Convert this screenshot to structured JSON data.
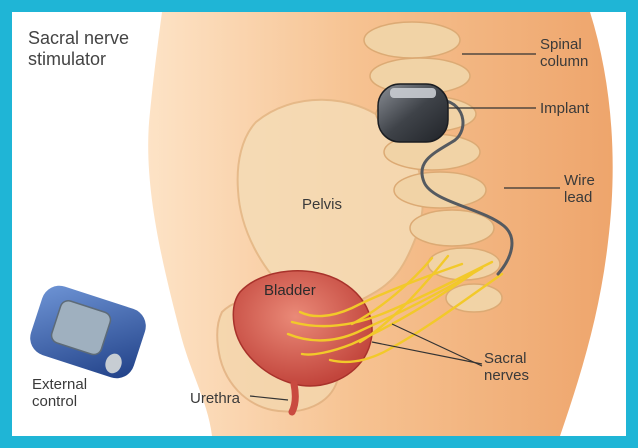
{
  "title": "Sacral nerve\nstimulator",
  "labels": {
    "spinal_column": "Spinal\ncolumn",
    "implant": "Implant",
    "wire_lead": "Wire\nlead",
    "pelvis": "Pelvis",
    "bladder": "Bladder",
    "sacral_nerves": "Sacral\nnerves",
    "urethra": "Urethra",
    "external_control": "External\ncontrol"
  },
  "colors": {
    "border": "#1fb5d6",
    "skin": "#f6c28f",
    "bone": "#f3d8b0",
    "bladder": "#d65a4e",
    "nerves": "#f2c92a",
    "device": "#2f5aa8"
  }
}
